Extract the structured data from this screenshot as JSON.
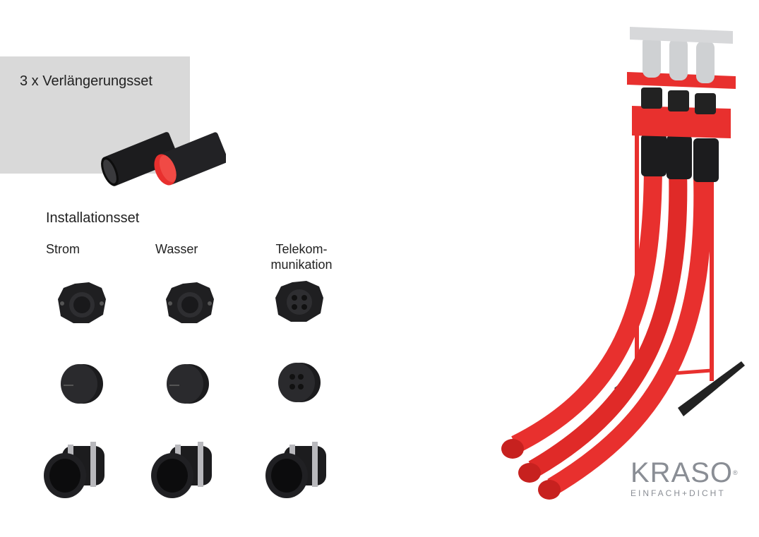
{
  "extension": {
    "title": "3 x Verlängerungsset"
  },
  "installation_set": {
    "title": "Installationsset",
    "columns": [
      {
        "label_line1": "Strom",
        "label_line2": ""
      },
      {
        "label_line1": "Wasser",
        "label_line2": ""
      },
      {
        "label_line1": "Telekom-",
        "label_line2": "munikation"
      }
    ]
  },
  "logo": {
    "word": "KRASO",
    "registered": "®",
    "tagline": "EINFACH+DICHT"
  },
  "colors": {
    "red": "#e8302e",
    "black": "#1c1c1e",
    "gray_panel": "#d9d9d9",
    "logo_gray": "#8a8e95",
    "light_gray": "#cfd1d3"
  }
}
